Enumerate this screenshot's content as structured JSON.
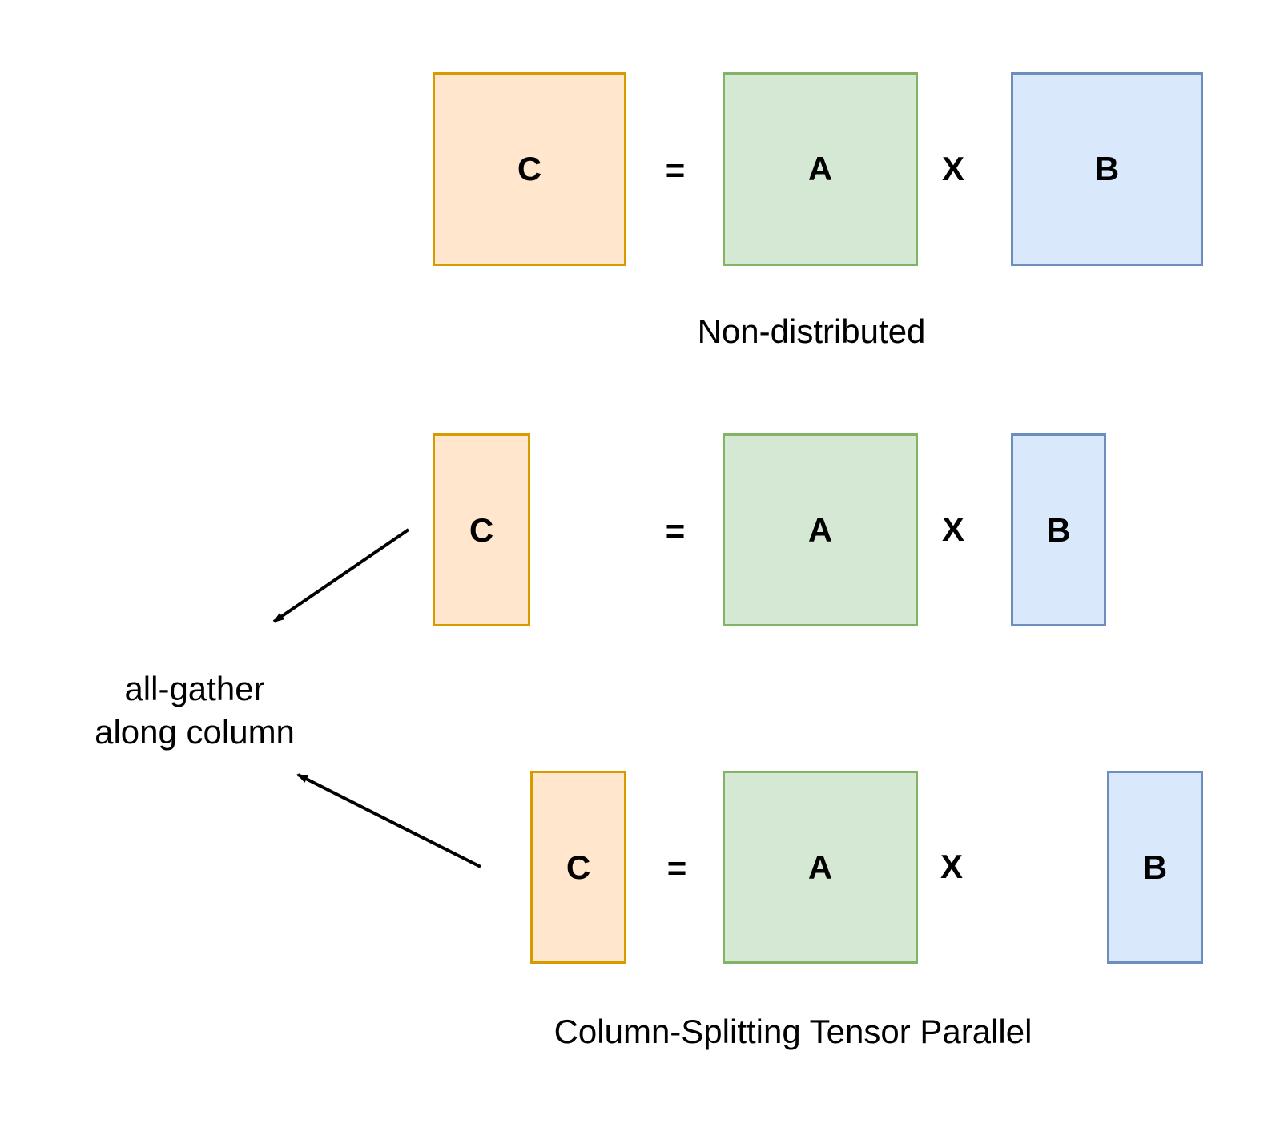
{
  "title": "Column-Splitting Tensor Parallel matrix multiplication diagram",
  "colors": {
    "matrix_c_fill": "#FFE6CC",
    "matrix_c_border": "#D79B00",
    "matrix_a_fill": "#D5E8D4",
    "matrix_a_border": "#82B366",
    "matrix_b_fill": "#DAE8FC",
    "matrix_b_border": "#6C8EBF",
    "text": "#000000",
    "arrow": "#000000"
  },
  "rows": [
    {
      "caption": "Non-distributed",
      "c": "C",
      "equals": "=",
      "a": "A",
      "times": "X",
      "b": "B"
    },
    {
      "c": "C",
      "equals": "=",
      "a": "A",
      "times": "X",
      "b": "B"
    },
    {
      "caption": "Column-Splitting Tensor Parallel",
      "c": "C",
      "equals": "=",
      "a": "A",
      "times": "X",
      "b": "B"
    }
  ],
  "annotation": {
    "line1": "all-gather",
    "line2": "along column"
  }
}
